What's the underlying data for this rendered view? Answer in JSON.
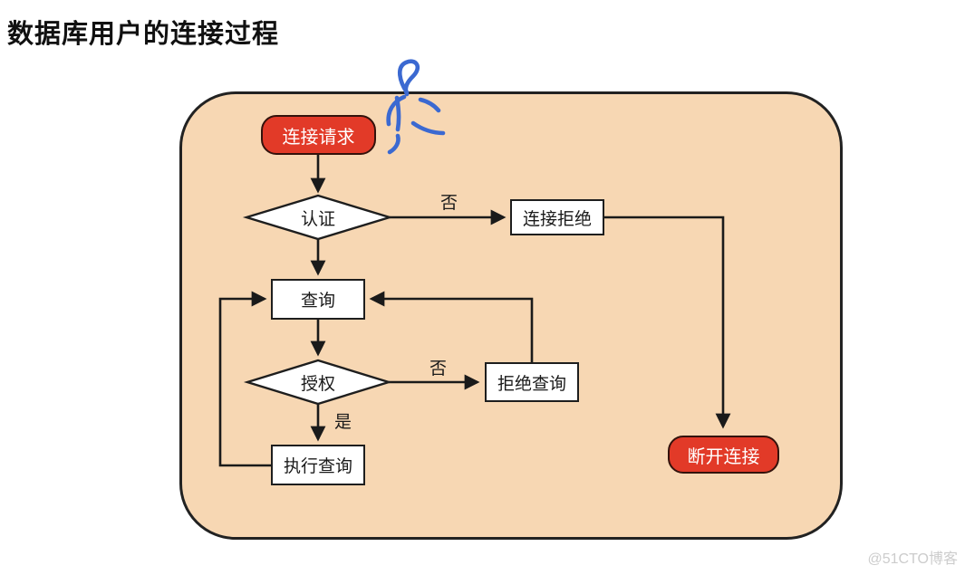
{
  "title": "数据库用户的连接过程",
  "watermark": "@51CTO博客",
  "colors": {
    "canvas_bg": "#f7d7b3",
    "terminator_red": "#e23a28",
    "line_black": "#1a1a1a",
    "box_white": "#ffffff",
    "scribble_blue": "#3b69d1",
    "watermark_gray": "#cccccc"
  },
  "flowchart": {
    "nodes": [
      {
        "id": "start",
        "type": "terminator",
        "label": "连接请求"
      },
      {
        "id": "auth",
        "type": "decision",
        "label": "认证"
      },
      {
        "id": "reject-connection",
        "type": "process",
        "label": "连接拒绝"
      },
      {
        "id": "query",
        "type": "process",
        "label": "查询"
      },
      {
        "id": "authorize",
        "type": "decision",
        "label": "授权"
      },
      {
        "id": "reject-query",
        "type": "process",
        "label": "拒绝查询"
      },
      {
        "id": "execute-query",
        "type": "process",
        "label": "执行查询"
      },
      {
        "id": "disconnect",
        "type": "terminator",
        "label": "断开连接"
      }
    ],
    "edges": [
      {
        "from": "start",
        "to": "auth",
        "label": ""
      },
      {
        "from": "auth",
        "to": "reject-connection",
        "label": "否"
      },
      {
        "from": "reject-connection",
        "to": "disconnect",
        "label": ""
      },
      {
        "from": "auth",
        "to": "query",
        "label": ""
      },
      {
        "from": "query",
        "to": "authorize",
        "label": ""
      },
      {
        "from": "authorize",
        "to": "reject-query",
        "label": "否"
      },
      {
        "from": "reject-query",
        "to": "query",
        "label": ""
      },
      {
        "from": "authorize",
        "to": "execute-query",
        "label": "是"
      },
      {
        "from": "execute-query",
        "to": "query",
        "label": ""
      }
    ]
  }
}
